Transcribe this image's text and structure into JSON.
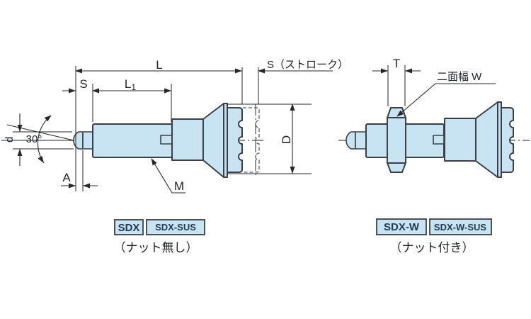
{
  "left_view": {
    "dim_L": "L",
    "dim_S_stroke": "S（ストローク）",
    "dim_S": "S",
    "dim_L1_base": "L",
    "dim_L1_sub": "1",
    "dim_d": "d",
    "dim_angle": "30°",
    "dim_A": "A",
    "dim_M": "M",
    "dim_D": "D",
    "model_badges": [
      "SDX",
      "SDX-SUS"
    ],
    "caption": "（ナット無し）"
  },
  "right_view": {
    "dim_T": "T",
    "dim_W": "二面幅 W",
    "model_badges": [
      "SDX-W",
      "SDX-W-SUS"
    ],
    "caption": "（ナット付き）"
  },
  "colors": {
    "part_fill": "#c8e4f2",
    "edge": "#3c4046",
    "dimension_line": "#26282a",
    "badge_fill": "#c8e4f2",
    "badge_text": "#223a55",
    "background": "#ffffff"
  }
}
